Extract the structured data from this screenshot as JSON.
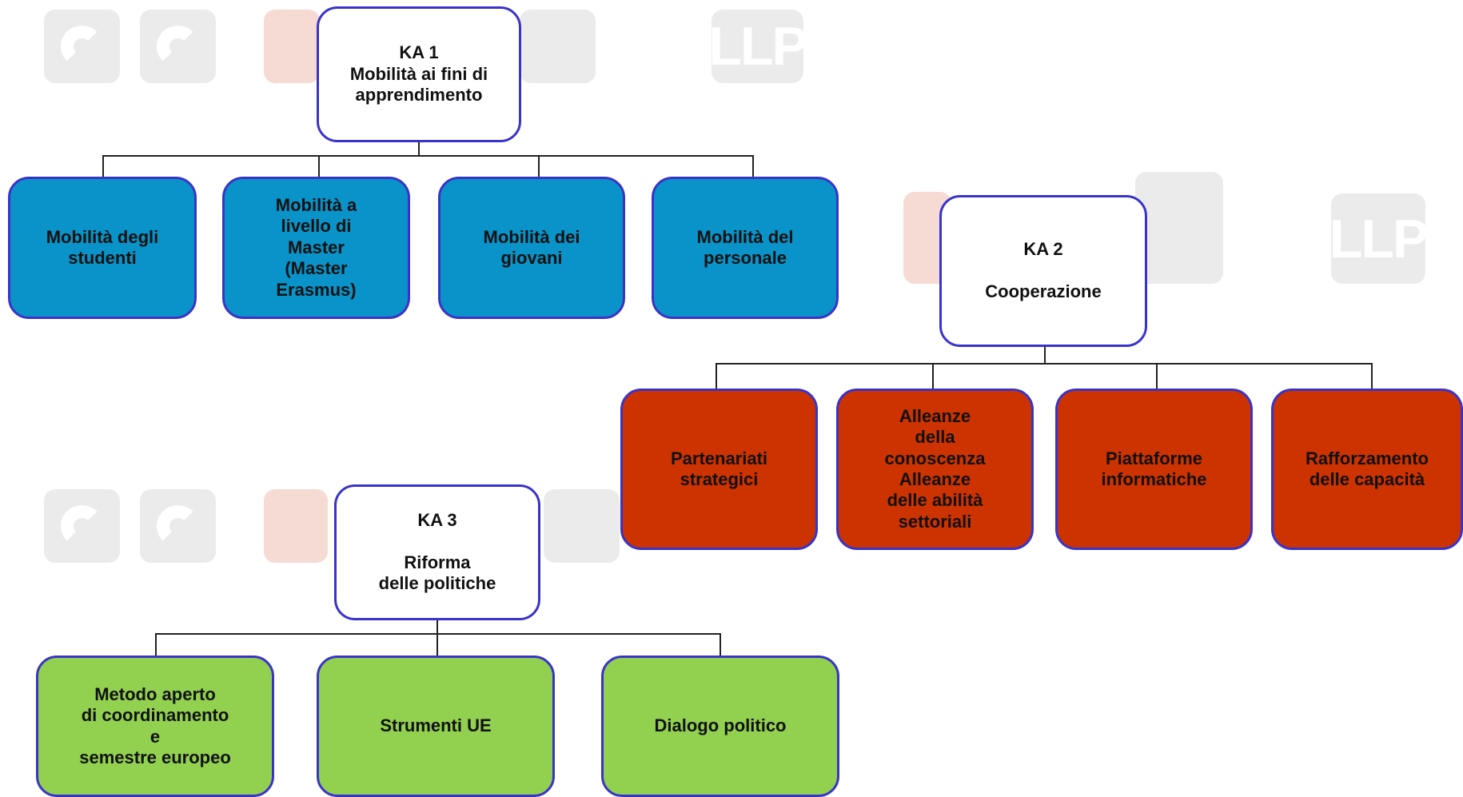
{
  "colors": {
    "ka1_children": "#0a93c8",
    "ka2_children": "#cc3300",
    "ka3_children": "#92d050",
    "border": "#3a33c9",
    "connector": "#222222"
  },
  "watermark": {
    "logo_text": "LLP"
  },
  "ka1": {
    "title": "KA 1\nMobilità ai fini di\napprendimento",
    "children": [
      "Mobilità degli\nstudenti",
      "Mobilità a\nlivello di\nMaster\n(Master\nErasmus)",
      "Mobilità dei\ngiovani",
      "Mobilità del\npersonale"
    ]
  },
  "ka2": {
    "title": "KA 2\n\nCooperazione",
    "children": [
      "Partenariati\nstrategici",
      "Alleanze\ndella\nconoscenza\nAlleanze\ndelle abilità\nsettoriali",
      "Piattaforme\ninformatiche",
      "Rafforzamento\ndelle capacità"
    ]
  },
  "ka3": {
    "title": "KA 3\n\nRiforma\ndelle politiche",
    "children": [
      "Metodo aperto\ndi  coordinamento\ne\nsemestre europeo",
      "Strumenti UE",
      "Dialogo politico"
    ]
  }
}
